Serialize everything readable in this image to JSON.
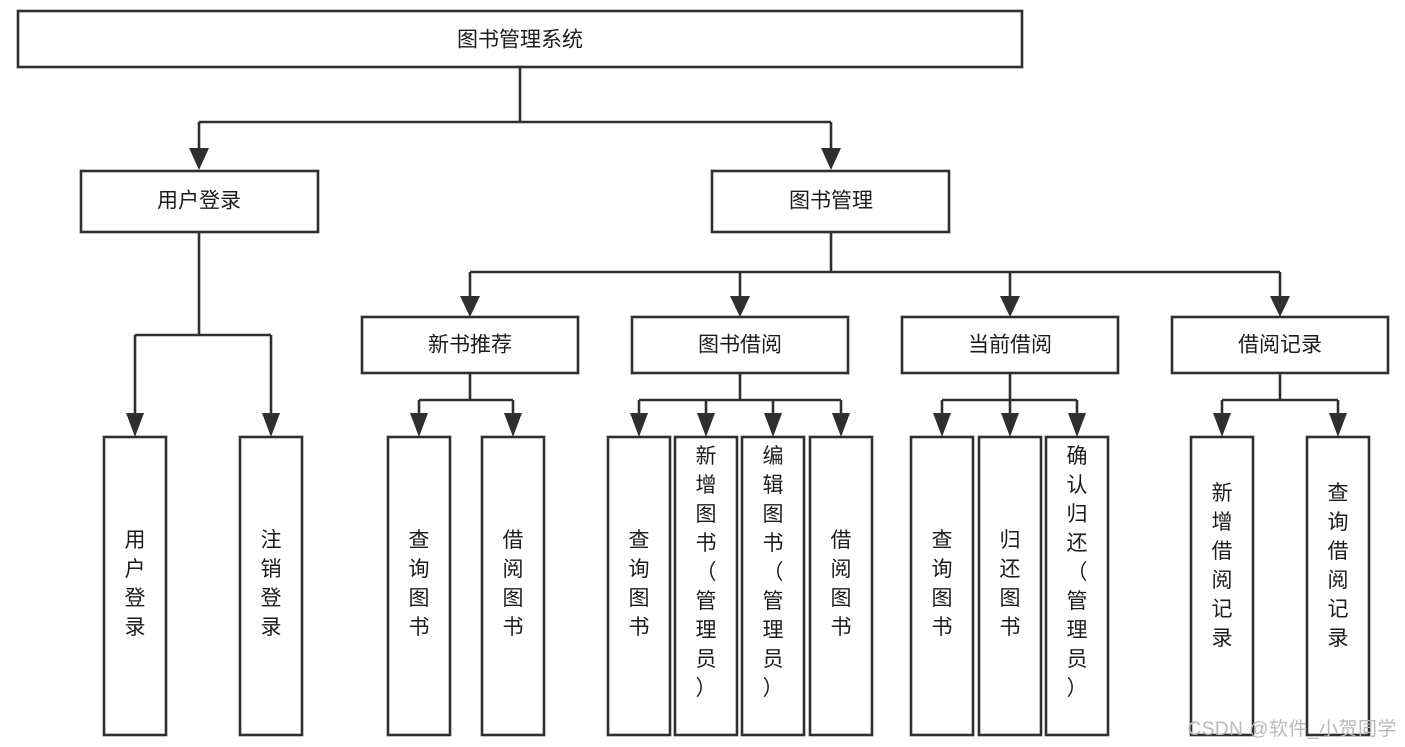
{
  "diagram": {
    "title": "图书管理系统",
    "type": "tree",
    "orientation": "top-down",
    "colors": {
      "box_fill": "#ffffff",
      "box_stroke": "#2f2f2f",
      "text": "#1c1c1c",
      "background": "#ffffff",
      "watermark": "#b9b9b9"
    },
    "root": {
      "label": "图书管理系统",
      "text_direction": "horizontal"
    },
    "level2": [
      {
        "label": "用户登录",
        "text_direction": "horizontal"
      },
      {
        "label": "图书管理",
        "text_direction": "horizontal"
      }
    ],
    "level3": [
      {
        "label": "新书推荐",
        "text_direction": "horizontal"
      },
      {
        "label": "图书借阅",
        "text_direction": "horizontal"
      },
      {
        "label": "当前借阅",
        "text_direction": "horizontal"
      },
      {
        "label": "借阅记录",
        "text_direction": "horizontal"
      }
    ],
    "leaves": {
      "user_login": [
        {
          "lines": [
            "用",
            "户",
            "登",
            "录"
          ],
          "text_direction": "vertical"
        },
        {
          "lines": [
            "注",
            "销",
            "登",
            "录"
          ],
          "text_direction": "vertical"
        }
      ],
      "new_book_recommend": [
        {
          "lines": [
            "查",
            "询",
            "图",
            "书"
          ],
          "text_direction": "vertical"
        },
        {
          "lines": [
            "借",
            "阅",
            "图",
            "书"
          ],
          "text_direction": "vertical"
        }
      ],
      "book_borrow": [
        {
          "lines": [
            "查",
            "询",
            "图",
            "书"
          ],
          "text_direction": "vertical"
        },
        {
          "lines": [
            "新",
            "增",
            "图",
            "书",
            "（",
            "管",
            "理",
            "员",
            "）"
          ],
          "text_direction": "vertical"
        },
        {
          "lines": [
            "编",
            "辑",
            "图",
            "书",
            "（",
            "管",
            "理",
            "员",
            "）"
          ],
          "text_direction": "vertical"
        },
        {
          "lines": [
            "借",
            "阅",
            "图",
            "书"
          ],
          "text_direction": "vertical"
        }
      ],
      "current_borrow": [
        {
          "lines": [
            "查",
            "询",
            "图",
            "书"
          ],
          "text_direction": "vertical"
        },
        {
          "lines": [
            "归",
            "还",
            "图",
            "书"
          ],
          "text_direction": "vertical"
        },
        {
          "lines": [
            "确",
            "认",
            "归",
            "还",
            "（",
            "管",
            "理",
            "员",
            "）"
          ],
          "text_direction": "vertical"
        }
      ],
      "borrow_record": [
        {
          "lines": [
            "新",
            "增",
            "借",
            "阅",
            "记",
            "录"
          ],
          "text_direction": "vertical"
        },
        {
          "lines": [
            "查",
            "询",
            "借",
            "阅",
            "记",
            "录"
          ],
          "text_direction": "vertical"
        }
      ]
    }
  },
  "watermark": {
    "text": "CSDN @软件_小贺同学"
  }
}
